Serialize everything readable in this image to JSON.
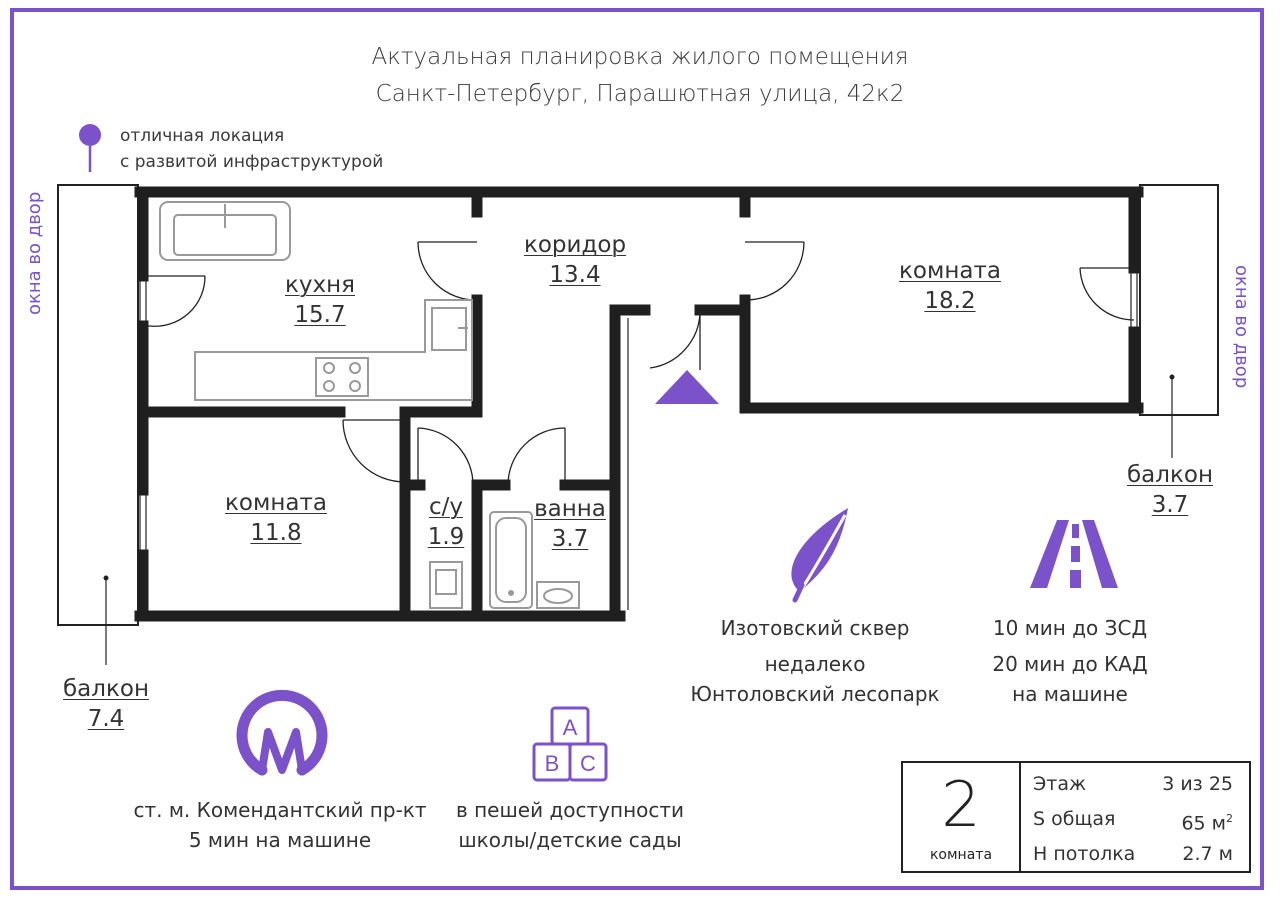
{
  "header": {
    "title_line1": "Актуальная  планировка жилого помещения",
    "title_line2": "Санкт-Петербург, Парашютная улица, 42к2"
  },
  "location_note": {
    "line1": "отличная локация",
    "line2": "с развитой инфраструктурой",
    "icon": "map-pin-icon"
  },
  "windows_label": "окна во двор",
  "rooms": {
    "kitchen": {
      "name": "кухня",
      "area": "15.7"
    },
    "corridor": {
      "name": "коридор",
      "area": "13.4"
    },
    "room_big": {
      "name": "комната",
      "area": "18.2"
    },
    "room_small": {
      "name": "комната",
      "area": "11.8"
    },
    "wc": {
      "name": "с/у",
      "area": "1.9"
    },
    "bath": {
      "name": "ванна",
      "area": "3.7"
    },
    "balcony_right": {
      "name": "балкон",
      "area": "3.7"
    },
    "balcony_left": {
      "name": "балкон",
      "area": "7.4"
    }
  },
  "features": {
    "park": {
      "line1": "Изотовский сквер",
      "line2": "недалеко",
      "line3": "Юнтоловский лесопарк",
      "icon": "leaf-icon"
    },
    "road": {
      "line1": "10 мин до ЗСД",
      "line2": "20 мин до КАД",
      "line3": "на машине",
      "icon": "road-icon"
    },
    "metro": {
      "line1": "ст. м. Комендантский пр-кт",
      "line2": "5 мин на машине",
      "icon": "metro-icon",
      "glyph": "M"
    },
    "school": {
      "line1": "в пешей доступности",
      "line2": "школы/детские сады",
      "icon": "abc-blocks-icon",
      "blocks": [
        "A",
        "B",
        "C"
      ]
    }
  },
  "summary": {
    "rooms_count": "2",
    "rooms_label": "комната",
    "floor_label": "Этаж",
    "floor_value": "3 из 25",
    "area_label": "S общая",
    "area_value": "65 м",
    "area_unit_sup": "2",
    "ceiling_label": "H потолка",
    "ceiling_value": "2.7 м"
  },
  "colors": {
    "accent": "#7b52c9",
    "wall": "#1f1f1f",
    "fixture": "#9a9a9a"
  }
}
